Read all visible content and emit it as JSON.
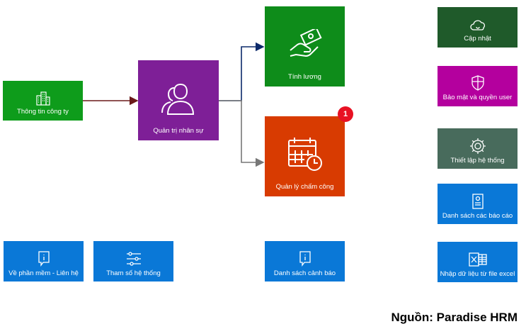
{
  "colors": {
    "green": "#0e9c1b",
    "purple": "#7e1f97",
    "green_dark": "#107c10",
    "orange": "#d83b01",
    "forest": "#1f5a2a",
    "magenta": "#b4009e",
    "slate": "#486b5c",
    "blue": "#0a78d7",
    "badge_red": "#e81123",
    "arrow_maroon": "#6b1a1a",
    "arrow_navy": "#0d2a6b",
    "arrow_gray": "#777777"
  },
  "tiles": {
    "company_info": {
      "label": "Thông tin công ty",
      "icon": "building-icon"
    },
    "hr_admin": {
      "label": "Quản trị nhân sự",
      "icon": "users-icon"
    },
    "payroll": {
      "label": "Tính lương",
      "icon": "money-hand-icon"
    },
    "attendance": {
      "label": "Quản lý chấm công",
      "icon": "calendar-clock-icon",
      "badge": "1"
    },
    "update": {
      "label": "Cập nhật",
      "icon": "cloud-icon"
    },
    "security": {
      "label": "Bảo mật và quyền user",
      "icon": "shield-icon"
    },
    "system_setup": {
      "label": "Thiết lập hệ thống",
      "icon": "gear-icon"
    },
    "reports": {
      "label": "Danh sách các báo cáo",
      "icon": "report-icon"
    },
    "import_excel": {
      "label": "Nhập dữ liệu từ file excel",
      "icon": "excel-icon"
    },
    "about": {
      "label": "Về phần mềm - Liên hệ",
      "icon": "info-icon"
    },
    "params": {
      "label": "Tham số hệ thống",
      "icon": "sliders-icon"
    },
    "alerts": {
      "label": "Danh sách cảnh báo",
      "icon": "info-icon"
    }
  },
  "source": "Nguồn: Paradise HRM"
}
